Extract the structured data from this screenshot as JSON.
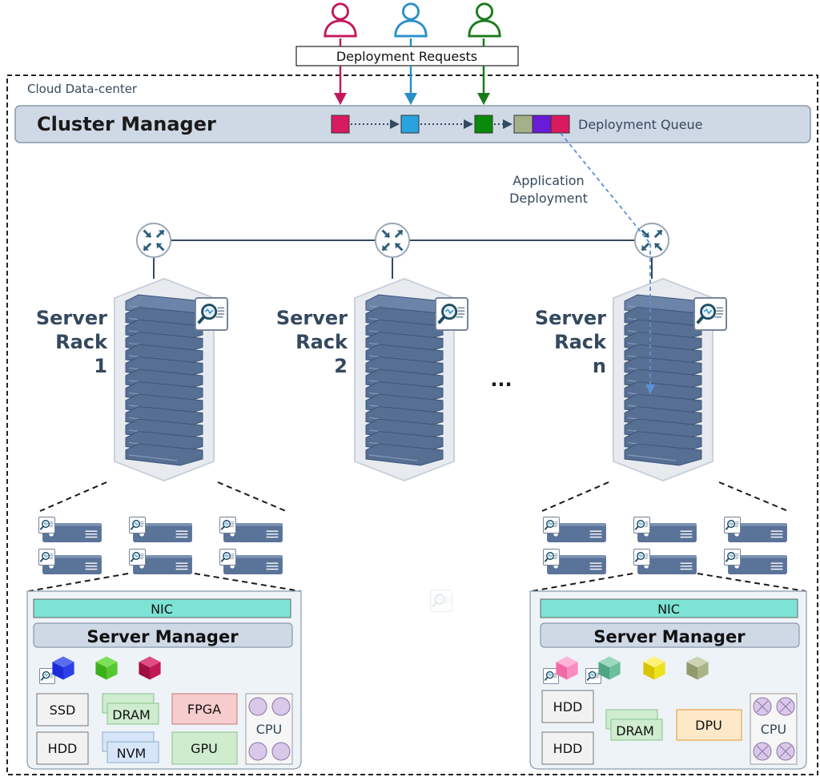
{
  "requests_label": "Deployment Requests",
  "datacenter_label": "Cloud Data-center",
  "cluster_manager": {
    "title": "Cluster Manager",
    "queue_label": "Deployment Queue"
  },
  "app_deployment": {
    "line1": "Application",
    "line2": "Deployment"
  },
  "racks": [
    {
      "line1": "Server",
      "line2": "Rack",
      "line3": "1"
    },
    {
      "line1": "Server",
      "line2": "Rack",
      "line3": "2"
    },
    {
      "line1": "Server",
      "line2": "Rack",
      "line3": "n"
    }
  ],
  "ellipsis": "...",
  "server_left": {
    "nic": "NIC",
    "manager": "Server Manager",
    "ssd": "SSD",
    "hdd": "HDD",
    "dram": "DRAM",
    "nvm": "NVM",
    "fpga": "FPGA",
    "gpu": "GPU",
    "cpu": "CPU"
  },
  "server_right": {
    "nic": "NIC",
    "manager": "Server Manager",
    "hdd1": "HDD",
    "hdd2": "HDD",
    "dram": "DRAM",
    "dpu": "DPU",
    "cpu": "CPU"
  },
  "colors": {
    "user_magenta": "#c2185b",
    "user_blue": "#2a8fc8",
    "user_green": "#1a7a1a",
    "queue_magenta": "#d81b60",
    "queue_blue": "#29a3e0",
    "queue_green": "#0a8a0a",
    "queue_olive": "#a4b08a",
    "queue_purple": "#6a1bd8",
    "rack_body": "#566f93",
    "nic": "#7de3d4",
    "manager_bar": "#cfd9e6"
  }
}
